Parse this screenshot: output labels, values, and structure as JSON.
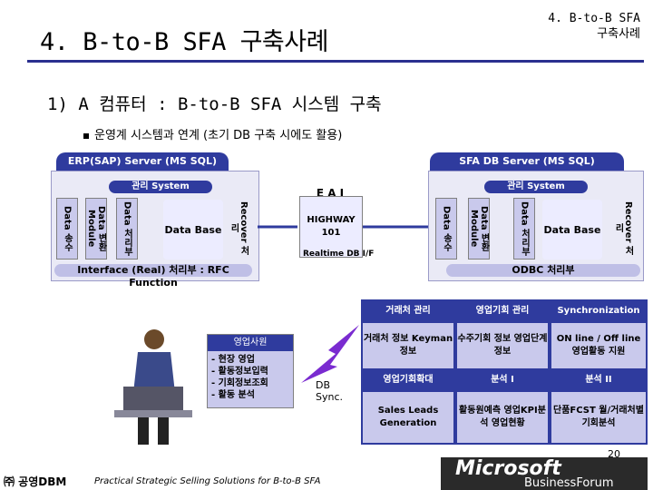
{
  "header": {
    "title": "4. B-to-B SFA 구축사례",
    "corner_line1": "4. B-to-B SFA",
    "corner_line2": "구축사례"
  },
  "section": {
    "heading": "1) A 컴퓨터 : B-to-B SFA 시스템 구축",
    "bullet": "운영계 시스템과 연계 (초기 DB 구축 시에도 활용)"
  },
  "erp": {
    "header": "ERP(SAP) Server (MS SQL)",
    "system_bar": "관리 System",
    "columns": [
      "Data 송수",
      "Data 변환 Module",
      "Data 처리부"
    ],
    "database": "Data Base",
    "recover": "Recover 처리",
    "interface": "Interface (Real) 처리부 : RFC Function"
  },
  "eai": {
    "label": "E A I",
    "box": "HIGHWAY 101",
    "realtime": "Realtime DB I/F"
  },
  "sfa": {
    "header": "SFA DB Server (MS SQL)",
    "system_bar": "관리 System",
    "columns": [
      "Data 송수",
      "Data 변환 Module",
      "Data 처리부"
    ],
    "database": "Data Base",
    "recover": "Recover 처리",
    "odbc": "ODBC 처리부"
  },
  "business": {
    "header": "영업사원",
    "items": [
      "현장 영업",
      "활동정보입력",
      "기회정보조회",
      "활동 분석"
    ]
  },
  "sync": {
    "line1": "DB",
    "line2": "Sync."
  },
  "grid": {
    "row1": [
      "거래처 관리",
      "영업기회 관리",
      "Synchronization"
    ],
    "row2": [
      "거래처 정보 Keyman 정보",
      "수주기회 정보 영업단계 정보",
      "ON line / Off line 영업활동 지원"
    ],
    "row3": [
      "영업기회확대",
      "분석 I",
      "분석 II"
    ],
    "row4": [
      "Sales Leads Generation",
      "활동원예측 영업KPI분석 영업현황",
      "단품FCST 월/거래처별 기회분석"
    ]
  },
  "footer": {
    "company": "㈜ 공영DBM",
    "tagline": "Practical Strategic Selling Solutions for B-to-B SFA",
    "page": "20",
    "logo_main": "Microsoft",
    "logo_sub": "BusinessForum"
  },
  "colors": {
    "accent": "#2f3b9e",
    "light": "#c9c9ec",
    "sync_arrow": "#7a2bd0"
  }
}
